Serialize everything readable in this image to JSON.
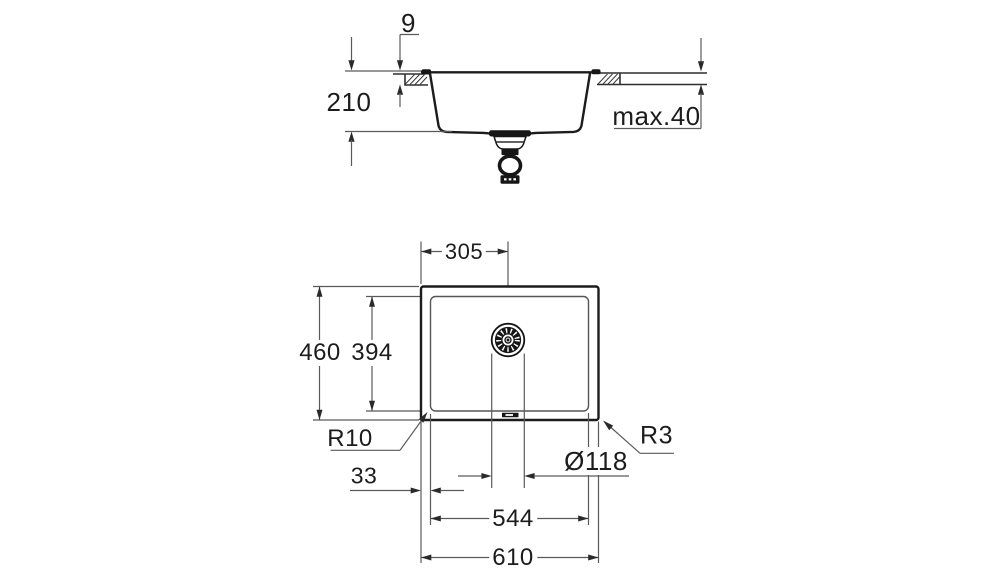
{
  "colors": {
    "outline": "#1c1c1c",
    "dimline": "#5a5a5a",
    "background": "#ffffff"
  },
  "section_view": {
    "dimensions": {
      "rim_height": "9",
      "bowl_depth": "210",
      "counter_thickness": "max.40"
    }
  },
  "plan_view": {
    "dimensions": {
      "drain_center_from_left": "305",
      "outer_depth": "460",
      "bowl_inner_depth": "394",
      "inner_corner_radius": "R10",
      "outer_corner_radius": "R3",
      "rim_edge_offset": "33",
      "drain_diameter": "Ø118",
      "bowl_inner_width": "544",
      "outer_width": "610"
    }
  }
}
